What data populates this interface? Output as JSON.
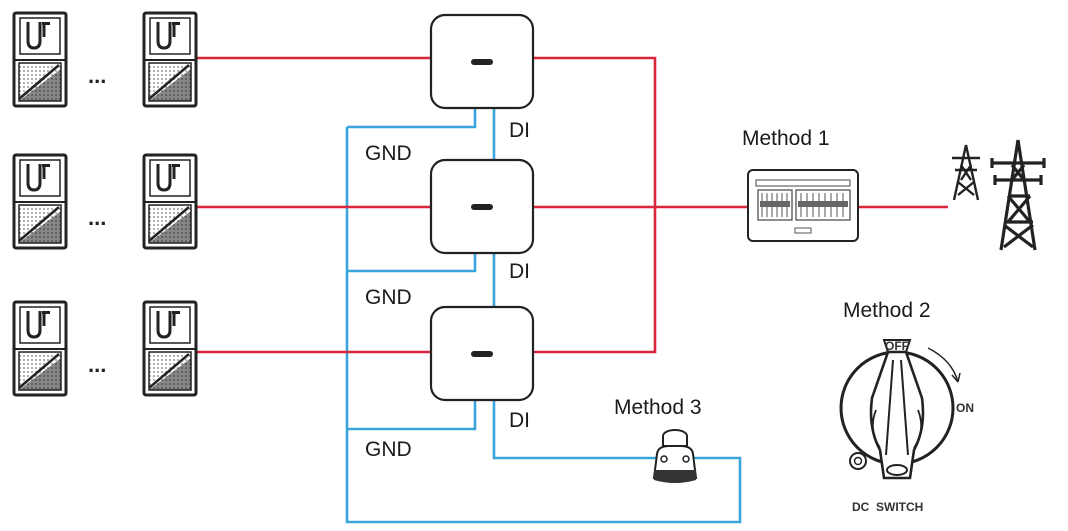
{
  "inverters": {
    "ellipsis": "...",
    "rows": [
      {
        "di_label": "DI",
        "gnd_label": "GND"
      },
      {
        "di_label": "DI",
        "gnd_label": "GND"
      },
      {
        "di_label": "DI",
        "gnd_label": "GND"
      }
    ]
  },
  "methods": {
    "method1_label": "Method 1",
    "method2_label": "Method 2",
    "method3_label": "Method 3"
  },
  "dc_switch": {
    "off_label": "OFF",
    "on_label": "ON",
    "title": "DC  SWITCH"
  },
  "colors": {
    "power_line": "#d9263a",
    "signal_line": "#39a5db"
  }
}
